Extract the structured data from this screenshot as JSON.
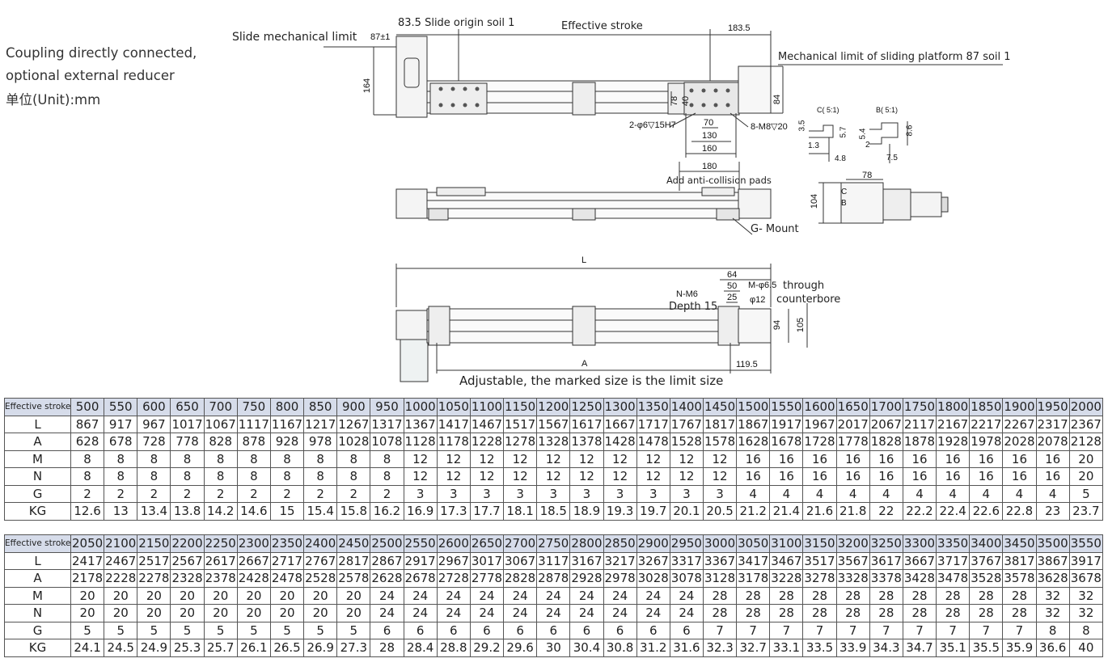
{
  "notes": {
    "line1": "Coupling directly connected,",
    "line2": "optional external reducer",
    "line3": "单位(Unit):mm"
  },
  "labels": {
    "slide_mech_limit": "Slide mechanical limit",
    "slide_origin": "83.5 Slide origin soil 1",
    "effective_stroke": "Effective stroke",
    "mech_limit_platform": "Mechanical limit of sliding platform 87 soil 1",
    "anti_collision": "Add anti-collision pads",
    "mount": "G- Mount",
    "through": "through",
    "counterbore": "counterbore",
    "depth": "Depth 15",
    "adjustable": "Adjustable, the marked size is the limit size"
  },
  "dims": {
    "d87": "87±1",
    "d183": "183.5",
    "d164": "164",
    "d84": "84",
    "d78a": "78",
    "d40": "40",
    "hole1": "2-φ6▽15H7",
    "hole2": "8-M8▽20",
    "d70": "70",
    "d130": "130",
    "d160": "160",
    "d180": "180",
    "c_title": "C( 5:1)",
    "b_title": "B( 5:1)",
    "c35": "3.5",
    "c57": "5.7",
    "c13": "1.3",
    "c48": "4.8",
    "b54": "5.4",
    "b2": "2",
    "b86": "8.6",
    "b75": "7.5",
    "d78b": "78",
    "d104": "104",
    "markC": "C",
    "markB": "B",
    "L": "L",
    "d64": "64",
    "d50": "50",
    "d25": "25",
    "nm6": "N-M6",
    "mphi": "M-φ6.5",
    "phi12": "φ12",
    "d94": "94",
    "d105": "105",
    "A": "A",
    "d1195": "119.5"
  },
  "table1": {
    "header": [
      "Effective stroke",
      "500",
      "550",
      "600",
      "650",
      "700",
      "750",
      "800",
      "850",
      "900",
      "950",
      "1000",
      "1050",
      "1100",
      "1150",
      "1200",
      "1250",
      "1300",
      "1350",
      "1400",
      "1450",
      "1500",
      "1550",
      "1600",
      "1650",
      "1700",
      "1750",
      "1800",
      "1850",
      "1900",
      "1950",
      "2000"
    ],
    "rows": [
      [
        "L",
        "867",
        "917",
        "967",
        "1017",
        "1067",
        "1117",
        "1167",
        "1217",
        "1267",
        "1317",
        "1367",
        "1417",
        "1467",
        "1517",
        "1567",
        "1617",
        "1667",
        "1717",
        "1767",
        "1817",
        "1867",
        "1917",
        "1967",
        "2017",
        "2067",
        "2117",
        "2167",
        "2217",
        "2267",
        "2317",
        "2367"
      ],
      [
        "A",
        "628",
        "678",
        "728",
        "778",
        "828",
        "878",
        "928",
        "978",
        "1028",
        "1078",
        "1128",
        "1178",
        "1228",
        "1278",
        "1328",
        "1378",
        "1428",
        "1478",
        "1528",
        "1578",
        "1628",
        "1678",
        "1728",
        "1778",
        "1828",
        "1878",
        "1928",
        "1978",
        "2028",
        "2078",
        "2128"
      ],
      [
        "M",
        "8",
        "8",
        "8",
        "8",
        "8",
        "8",
        "8",
        "8",
        "8",
        "8",
        "12",
        "12",
        "12",
        "12",
        "12",
        "12",
        "12",
        "12",
        "12",
        "12",
        "16",
        "16",
        "16",
        "16",
        "16",
        "16",
        "16",
        "16",
        "16",
        "16",
        "20"
      ],
      [
        "N",
        "8",
        "8",
        "8",
        "8",
        "8",
        "8",
        "8",
        "8",
        "8",
        "8",
        "12",
        "12",
        "12",
        "12",
        "12",
        "12",
        "12",
        "12",
        "12",
        "12",
        "16",
        "16",
        "16",
        "16",
        "16",
        "16",
        "16",
        "16",
        "16",
        "16",
        "20"
      ],
      [
        "G",
        "2",
        "2",
        "2",
        "2",
        "2",
        "2",
        "2",
        "2",
        "2",
        "2",
        "3",
        "3",
        "3",
        "3",
        "3",
        "3",
        "3",
        "3",
        "3",
        "3",
        "4",
        "4",
        "4",
        "4",
        "4",
        "4",
        "4",
        "4",
        "4",
        "4",
        "5"
      ],
      [
        "KG",
        "12.6",
        "13",
        "13.4",
        "13.8",
        "14.2",
        "14.6",
        "15",
        "15.4",
        "15.8",
        "16.2",
        "16.9",
        "17.3",
        "17.7",
        "18.1",
        "18.5",
        "18.9",
        "19.3",
        "19.7",
        "20.1",
        "20.5",
        "21.2",
        "21.4",
        "21.6",
        "21.8",
        "22",
        "22.2",
        "22.4",
        "22.6",
        "22.8",
        "23",
        "23.7"
      ]
    ]
  },
  "table2": {
    "header": [
      "Effective stroke",
      "2050",
      "2100",
      "2150",
      "2200",
      "2250",
      "2300",
      "2350",
      "2400",
      "2450",
      "2500",
      "2550",
      "2600",
      "2650",
      "2700",
      "2750",
      "2800",
      "2850",
      "2900",
      "2950",
      "3000",
      "3050",
      "3100",
      "3150",
      "3200",
      "3250",
      "3300",
      "3350",
      "3400",
      "3450",
      "3500",
      "3550"
    ],
    "rows": [
      [
        "L",
        "2417",
        "2467",
        "2517",
        "2567",
        "2617",
        "2667",
        "2717",
        "2767",
        "2817",
        "2867",
        "2917",
        "2967",
        "3017",
        "3067",
        "3117",
        "3167",
        "3217",
        "3267",
        "3317",
        "3367",
        "3417",
        "3467",
        "3517",
        "3567",
        "3617",
        "3667",
        "3717",
        "3767",
        "3817",
        "3867",
        "3917"
      ],
      [
        "A",
        "2178",
        "2228",
        "2278",
        "2328",
        "2378",
        "2428",
        "2478",
        "2528",
        "2578",
        "2628",
        "2678",
        "2728",
        "2778",
        "2828",
        "2878",
        "2928",
        "2978",
        "3028",
        "3078",
        "3128",
        "3178",
        "3228",
        "3278",
        "3328",
        "3378",
        "3428",
        "3478",
        "3528",
        "3578",
        "3628",
        "3678"
      ],
      [
        "M",
        "20",
        "20",
        "20",
        "20",
        "20",
        "20",
        "20",
        "20",
        "20",
        "24",
        "24",
        "24",
        "24",
        "24",
        "24",
        "24",
        "24",
        "24",
        "24",
        "28",
        "28",
        "28",
        "28",
        "28",
        "28",
        "28",
        "28",
        "28",
        "28",
        "32",
        "32"
      ],
      [
        "N",
        "20",
        "20",
        "20",
        "20",
        "20",
        "20",
        "20",
        "20",
        "20",
        "24",
        "24",
        "24",
        "24",
        "24",
        "24",
        "24",
        "24",
        "24",
        "24",
        "28",
        "28",
        "28",
        "28",
        "28",
        "28",
        "28",
        "28",
        "28",
        "28",
        "32",
        "32"
      ],
      [
        "G",
        "5",
        "5",
        "5",
        "5",
        "5",
        "5",
        "5",
        "5",
        "5",
        "6",
        "6",
        "6",
        "6",
        "6",
        "6",
        "6",
        "6",
        "6",
        "6",
        "7",
        "7",
        "7",
        "7",
        "7",
        "7",
        "7",
        "7",
        "7",
        "7",
        "8",
        "8"
      ],
      [
        "KG",
        "24.1",
        "24.5",
        "24.9",
        "25.3",
        "25.7",
        "26.1",
        "26.5",
        "26.9",
        "27.3",
        "28",
        "28.4",
        "28.8",
        "29.2",
        "29.6",
        "30",
        "30.4",
        "30.8",
        "31.2",
        "31.6",
        "32.3",
        "32.7",
        "33.1",
        "33.5",
        "33.9",
        "34.3",
        "34.7",
        "35.1",
        "35.5",
        "35.9",
        "36.6",
        "40"
      ]
    ]
  }
}
